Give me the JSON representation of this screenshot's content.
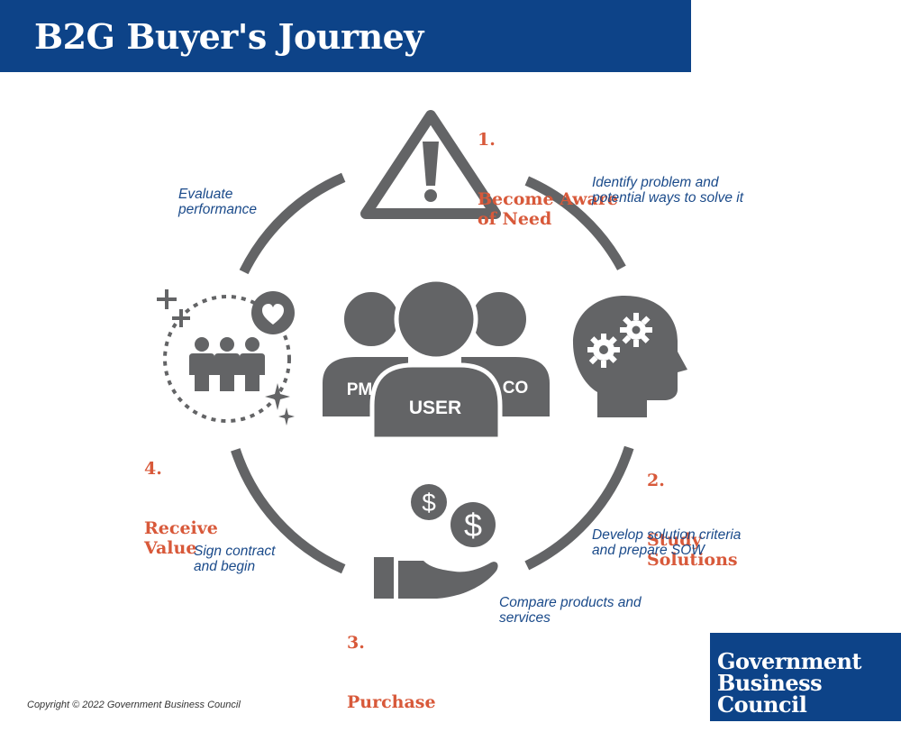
{
  "header": {
    "title": "B2G Buyer's Journey"
  },
  "steps": [
    {
      "number": "1.",
      "name": "Become Aware\nof Need",
      "icon": "warning-icon"
    },
    {
      "number": "2.",
      "name": "Study\nSolutions",
      "icon": "head-gears-icon"
    },
    {
      "number": "3.",
      "name": "Purchase",
      "icon": "hand-money-icon"
    },
    {
      "number": "4.",
      "name": "Receive\nValue",
      "icon": "team-value-icon"
    }
  ],
  "descriptions": [
    "Identify problem and\npotential ways to solve it",
    "Develop solution criteria\nand prepare SOW",
    "Compare products and\nservices",
    "Sign contract\nand begin",
    "Evaluate\nperformance"
  ],
  "center": {
    "roles": [
      "PM",
      "USER",
      "CO"
    ]
  },
  "money_symbols": [
    "$",
    "$"
  ],
  "footer": {
    "copyright": "Copyright © 2022 Government Business Council"
  },
  "brand": {
    "name": "Government\nBusiness\nCouncil"
  },
  "colors": {
    "navy": "#0d4388",
    "accent": "#d8593a",
    "icon_gray": "#636466",
    "desc_blue": "#1a4a8a"
  }
}
